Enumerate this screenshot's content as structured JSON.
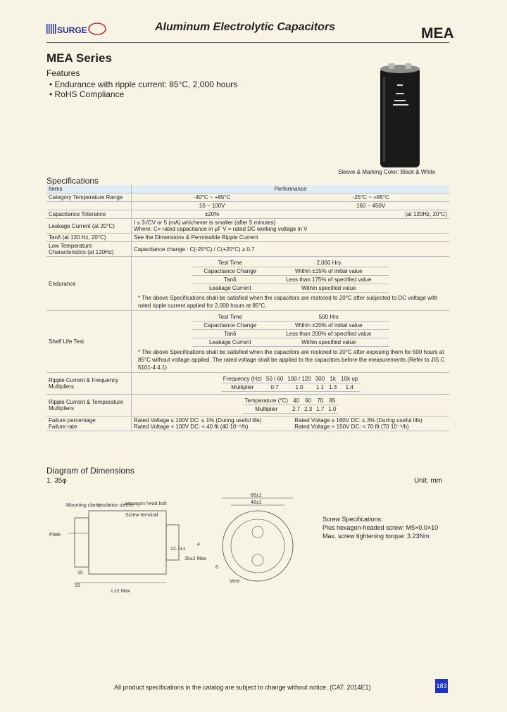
{
  "header": {
    "logo_text": "SURGE",
    "title": "Aluminum Electrolytic Capacitors",
    "code": "MEA"
  },
  "series_title": "MEA Series",
  "features": {
    "heading": "Features",
    "items": [
      "• Endurance with ripple current: 85°C, 2,000 hours",
      "• RoHS Compliance"
    ]
  },
  "image_caption": "Sleeve & Marking Color: Black & White",
  "specs_heading": "Specifications",
  "spec": {
    "items_label": "Items",
    "performance_label": "Performance",
    "cat_temp_label": "Category Temperature Range",
    "cat_temp_a": "-40°C ~ +85°C",
    "cat_temp_b": "-25°C ~ +85°C",
    "volt_a": "10 ~ 100V",
    "volt_b": "160 ~ 450V",
    "cap_tol_label": "Capacitance Tolerance",
    "cap_tol_val": "±20%",
    "cap_tol_cond": "(at 120Hz, 20°C)",
    "leak_label": "Leakage Current (at 20°C)",
    "leak_l1": "I ≤ 3√CV or 5 (mA) whichever is smaller (after 5 minutes)",
    "leak_l2": "Where: C= rated capacitance in μF    V = rated DC working voltage in V",
    "tan_label": "Tanδ (at 120 Hz, 20°C)",
    "tan_val": "See the Dimensions & Permissible Ripple Current",
    "lowtemp_label": "Low Temperature Characteristics (at 120Hz)",
    "lowtemp_val": "Capacitance change : C(-25°C) / C(+20°C) ≥ 0.7",
    "endurance_label": "Endurance",
    "endurance_rows": [
      [
        "Test Time",
        "2,000 Hrs"
      ],
      [
        "Capacitance Change",
        "Within ±15% of initial value"
      ],
      [
        "Tanδ",
        "Less than 175% of specified value"
      ],
      [
        "Leakage Current",
        "Within specified value"
      ]
    ],
    "endurance_note": "* The above Specifications shall be satisfied when the capacitors are restored to 20°C after subjected to DC voltage with rated ripple current applied for 2,000 hours at 85°C.",
    "shelf_label": "Shelf Life Test",
    "shelf_rows": [
      [
        "Test Time",
        "500 Hrs"
      ],
      [
        "Capacitance Change",
        "Within ±20% of initial value"
      ],
      [
        "Tanδ",
        "Less than 200% of specified value"
      ],
      [
        "Leakage Current",
        "Within specified value"
      ]
    ],
    "shelf_note": "* The above Specifications shall be satisfied when the capacitors are restored to 20°C after exposing them for 500 hours at 85°C without voltage applied. The rated voltage shall be applied to the capacitors before the measurements (Refer to JIS C 5101-4 4.1)",
    "ripple_freq_label": "Ripple Current & Frequency Multipliers",
    "freq_head": [
      "Frequency (Hz)",
      "50 / 60",
      "100 / 120",
      "300",
      "1k",
      "10k up"
    ],
    "freq_mult": [
      "Multiplier",
      "0.7",
      "1.0",
      "1.1",
      "1.3",
      "1.4"
    ],
    "ripple_temp_label": "Ripple Current & Temperature Multipliers",
    "temp_head": [
      "Temperature (°C)",
      "40",
      "60",
      "70",
      "85"
    ],
    "temp_mult": [
      "Multiplier",
      "2.7",
      "2.3",
      "1.7",
      "1.0"
    ],
    "fail_label_1": "Failure percentage",
    "fail_label_2": "Failure rate",
    "fail_1a": "Rated Voltage ≤ 100V DC: ≤ 1% (During useful life)",
    "fail_1b": "Rated Voltage ≥ 160V DC: ≤ 3% (During useful life)",
    "fail_2a": "Rated Voltage < 100V DC: < 40 fit (40 10⁻⁹/h)",
    "fail_2b": "Rated Voltage > 150V DC: < 70 fit (70 10⁻⁹/h)"
  },
  "dims": {
    "heading": "Diagram of Dimensions",
    "sub": "1. 35φ",
    "unit": "Unit: mm",
    "labels": {
      "mounting": "Mounting clamp",
      "insulation": "Insulation sleeve",
      "hexbolt": "Hexagon head bolt",
      "screw_terminal": "Screw terminal",
      "plate": "Plate",
      "d66": "66±1",
      "d48": "48±1",
      "d4": "4",
      "d6": "6",
      "d12": "12.7±1",
      "d35": "35±2 Max",
      "d10": "10",
      "d15": "15",
      "lmax": "L±2 Max",
      "vent": "Vent"
    },
    "screw_title": "Screw Specifications:",
    "screw_l1": "Plus hexagon-headed screw: M5×0.0×10",
    "screw_l2": "Max. screw tightening torque: 3.23Nm"
  },
  "footer": {
    "text": "All product specifications in the catalog are subject to change without notice. (CAT. 2014E1)",
    "page": "183"
  },
  "colors": {
    "page_bg": "#f7f4e6",
    "table_header": "#ddeef8",
    "page_badge": "#1c35c4"
  }
}
